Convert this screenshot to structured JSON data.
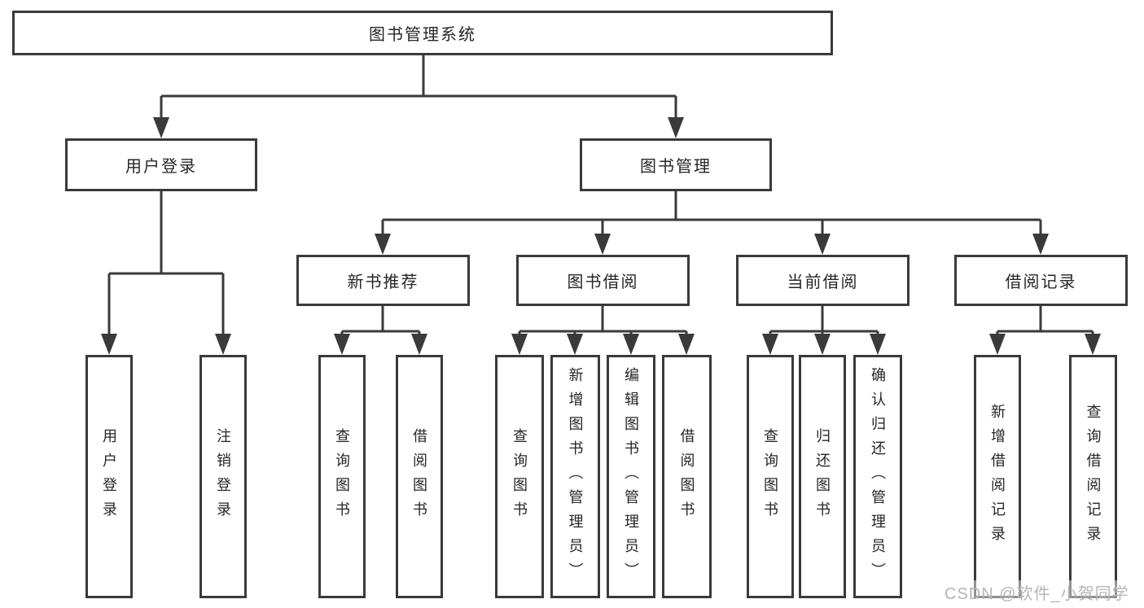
{
  "tree": {
    "root": "图书管理系统",
    "level2": [
      "用户登录",
      "图书管理"
    ],
    "level3": [
      "新书推荐",
      "图书借阅",
      "当前借阅",
      "借阅记录"
    ],
    "leaves": {
      "user_login": [
        "用户登录",
        "注销登录"
      ],
      "new_book_recommend": [
        "查询图书",
        "借阅图书"
      ],
      "book_borrow": [
        "查询图书",
        "新增图书（管理员）",
        "编辑图书（管理员）",
        "借阅图书"
      ],
      "current_borrow": [
        "查询图书",
        "归还图书",
        "确认归还（管理员）"
      ],
      "borrow_records": [
        "新增借阅记录",
        "查询借阅记录"
      ]
    }
  },
  "watermark": "CSDN @软件_小贺同学",
  "colors": {
    "line": "#3a3a3a",
    "text": "#262626",
    "background": "#ffffff",
    "watermark": "#b5b5b5"
  }
}
